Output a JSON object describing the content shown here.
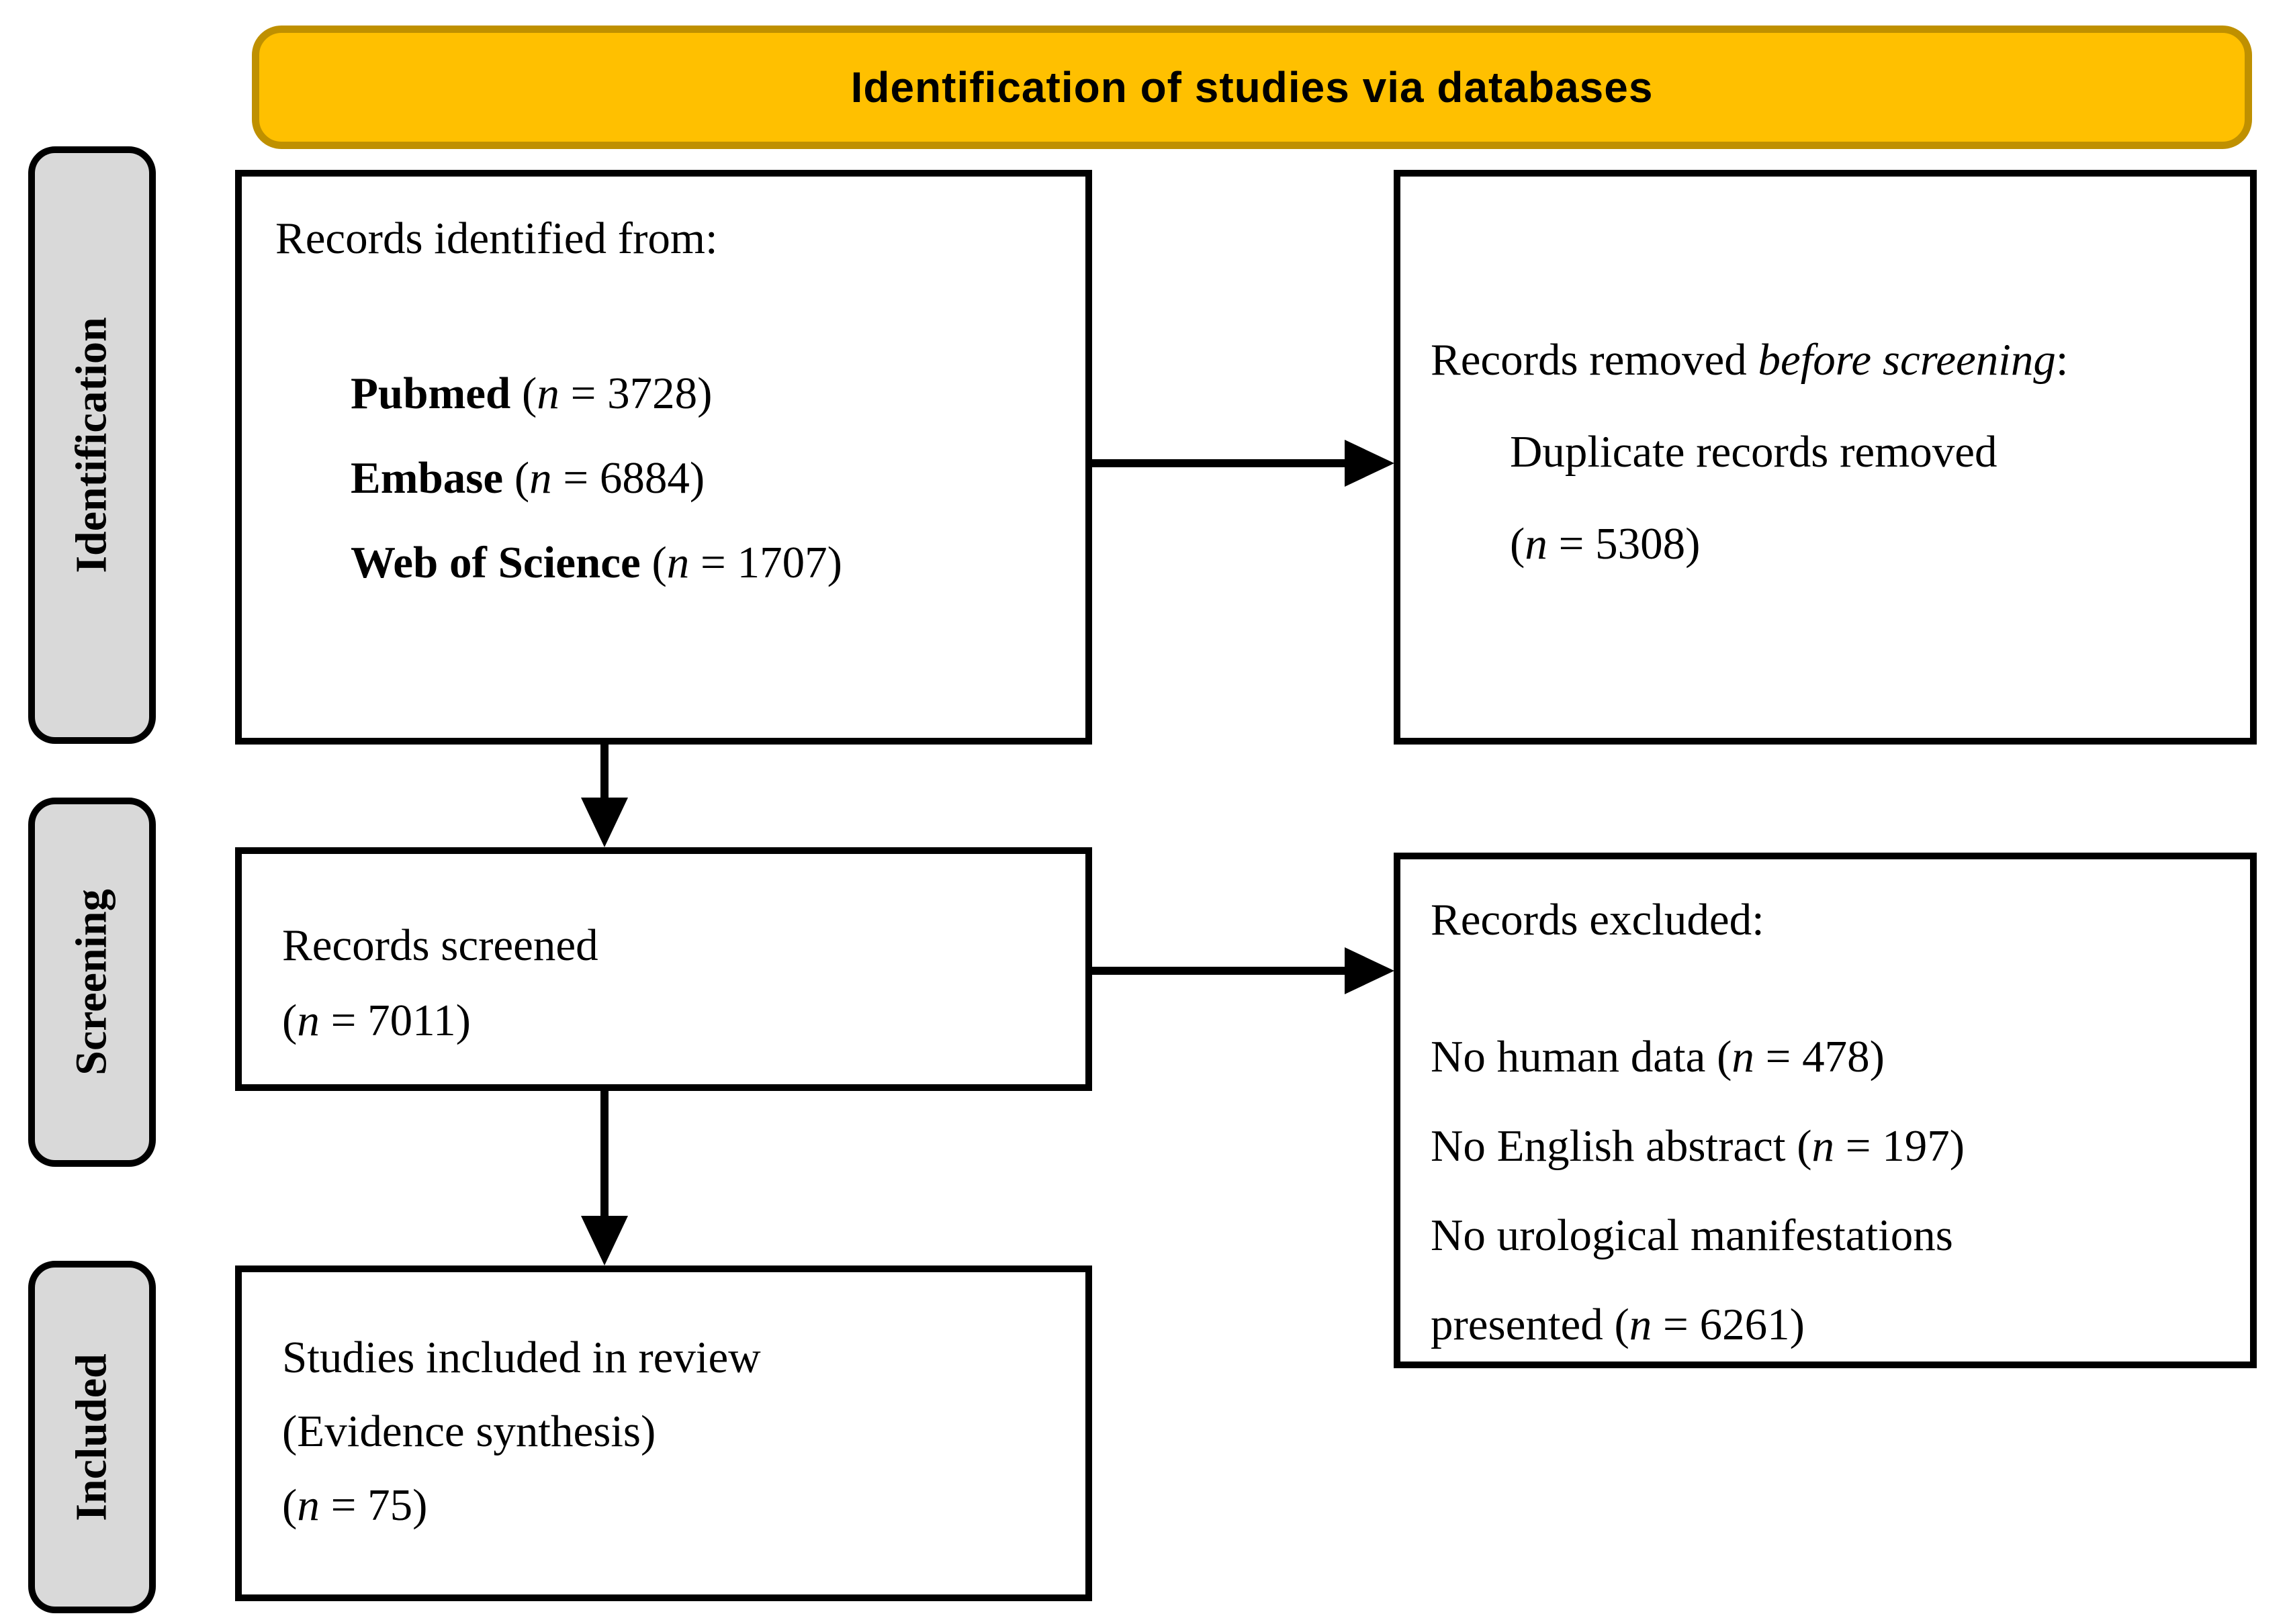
{
  "banner": {
    "title": "Identification of studies via databases",
    "bg_color": "#FFC000",
    "border_color": "#BF9000"
  },
  "sidebar": {
    "bg_color": "#D9D9D9",
    "labels": [
      "Identification",
      "Screening",
      "Included"
    ]
  },
  "boxes": {
    "identified": {
      "title": "Records identified from:",
      "sources": [
        {
          "name": "Pubmed",
          "open": " (",
          "n": "n",
          "rest": " = 3728)"
        },
        {
          "name": "Embase",
          "open": " (",
          "n": "n",
          "rest": " = 6884)"
        },
        {
          "name": "Web of Science",
          "open": " (",
          "n": "n",
          "rest": " = 1707)"
        }
      ]
    },
    "removed": {
      "line1_pre": "Records removed ",
      "line1_italic": "before screening",
      "line1_post": ":",
      "line2": "Duplicate records removed",
      "line3_open": "(",
      "line3_n": "n",
      "line3_rest": " = 5308)"
    },
    "screened": {
      "line1": "Records screened",
      "line2_open": "(",
      "line2_n": "n",
      "line2_rest": " = 7011)"
    },
    "excluded": {
      "title": "Records excluded:",
      "items": [
        {
          "text": "No human data",
          "open": " (",
          "n": "n",
          "rest": " = 478)"
        },
        {
          "text": "No English abstract",
          "open": " (",
          "n": "n",
          "rest": " = 197)"
        },
        {
          "text": "No urological manifestations",
          "text2": "presented",
          "open": " (",
          "n": "n",
          "rest": " = 6261)"
        }
      ]
    },
    "included": {
      "line1": "Studies included in review",
      "line2": "(Evidence synthesis)",
      "line3_open": "(",
      "line3_n": "n",
      "line3_rest": " = 75)"
    }
  },
  "colors": {
    "box_border": "#000000",
    "arrow": "#000000",
    "text": "#000000"
  }
}
